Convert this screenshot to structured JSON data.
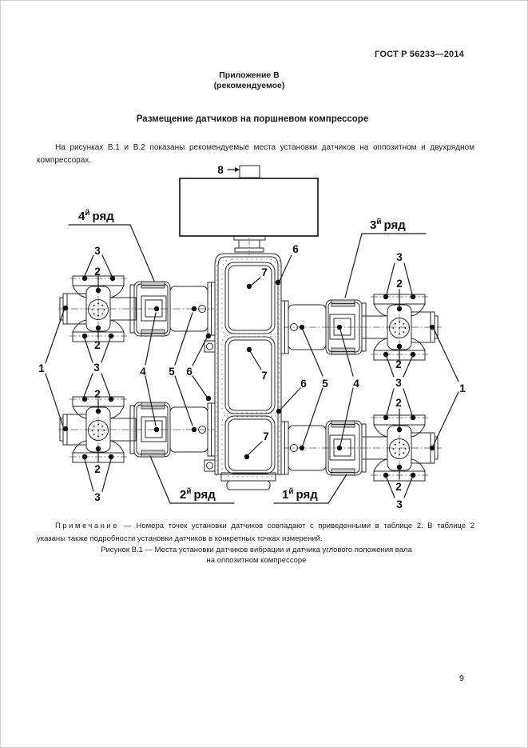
{
  "page": {
    "doc_number": "ГОСТ Р 56233—2014",
    "annex_title": "Приложение В",
    "annex_subtitle": "(рекомендуемое)",
    "section_title": "Размещение датчиков на поршневом компрессоре",
    "intro": "На рисунках В.1 и В.2 показаны рекомендуемые места установки датчиков на оппозитном и двухрядном компрессорах.",
    "note_label": "Примечание",
    "note_dash": "—",
    "note_text": "Номера точек установки датчиков совпадают с приведенными в таблице 2. В таблице 2 указаны также подробности установки датчиков в конкретных точках измерений.",
    "caption_line1": "Рисунок В.1 — Места установки датчиков вибрации и датчика углового положения вала",
    "caption_line2": "на оппозитном компрессоре",
    "page_number": "9"
  },
  "figure": {
    "ink_color": "#2a2a2a",
    "callouts": {
      "c1": "1",
      "c2": "2",
      "c3": "3",
      "c4": "4",
      "c5": "5",
      "c6": "6",
      "c7": "7",
      "c8": "8"
    },
    "rows": {
      "r1": {
        "num": "1",
        "sup": "й",
        "word": "ряд"
      },
      "r2": {
        "num": "2",
        "sup": "й",
        "word": "ряд"
      },
      "r3": {
        "num": "3",
        "sup": "й",
        "word": "ряд"
      },
      "r4": {
        "num": "4",
        "sup": "й",
        "word": "ряд"
      }
    }
  }
}
